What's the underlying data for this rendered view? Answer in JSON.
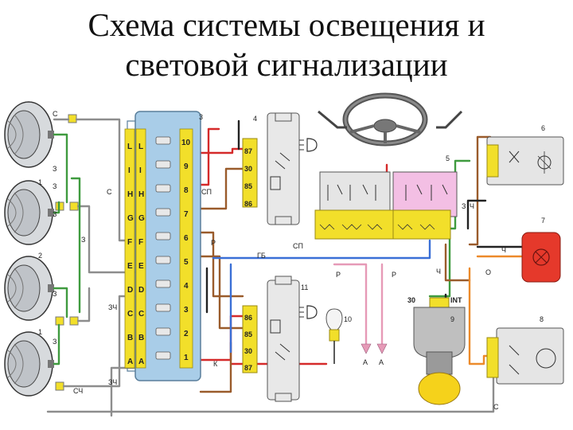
{
  "title": {
    "line1": "Схема системы освещения и",
    "line2": "световой сигнализации"
  },
  "colors": {
    "green": "#3f9b3f",
    "blue": "#3a6fd6",
    "red": "#d52a2a",
    "brown": "#9a5b2b",
    "pink": "#e69ab7",
    "orange": "#ec8a2a",
    "gray": "#8d8d8d",
    "yellow": "#f2df2a",
    "fuse_block": "#a9cde8",
    "relay_body": "#e8e8e8",
    "rear_light": "#e5392b",
    "connector_pink": "#f3bfe4"
  },
  "components": {
    "headlamp_callouts": [
      "1",
      "2",
      "1"
    ],
    "fuse_block": {
      "callout": "3",
      "letters": [
        "A",
        "A",
        "B",
        "B",
        "C",
        "C",
        "D",
        "D",
        "E",
        "E",
        "F",
        "F",
        "G",
        "G",
        "H",
        "H",
        "I",
        "I",
        "L",
        "L"
      ],
      "numbers": [
        "1",
        "2",
        "3",
        "4",
        "5",
        "6",
        "7",
        "8",
        "9",
        "10"
      ]
    },
    "relay_top": {
      "callout": "4",
      "pins": [
        "87",
        "30",
        "85",
        "86"
      ]
    },
    "relay_bottom": {
      "callout": "11",
      "pins": [
        "86",
        "85",
        "30",
        "87"
      ]
    },
    "switch_block": {
      "callout": "5"
    },
    "switch_right": {
      "callout": "6"
    },
    "rear_light": {
      "callout": "7"
    },
    "switch_bottom_right": {
      "callout": "8"
    },
    "ignition": {
      "callout": "9",
      "terminals": [
        "30",
        "INT"
      ]
    },
    "lamp": {
      "callout": "10"
    }
  },
  "wire_labels": {
    "c": "С",
    "z": "З",
    "sp": "СП",
    "r": "Р",
    "gb": "ГБ",
    "ch": "Ч",
    "zch": "ЗЧ",
    "k": "К",
    "sch": "СЧ",
    "o": "О",
    "a": "А"
  }
}
